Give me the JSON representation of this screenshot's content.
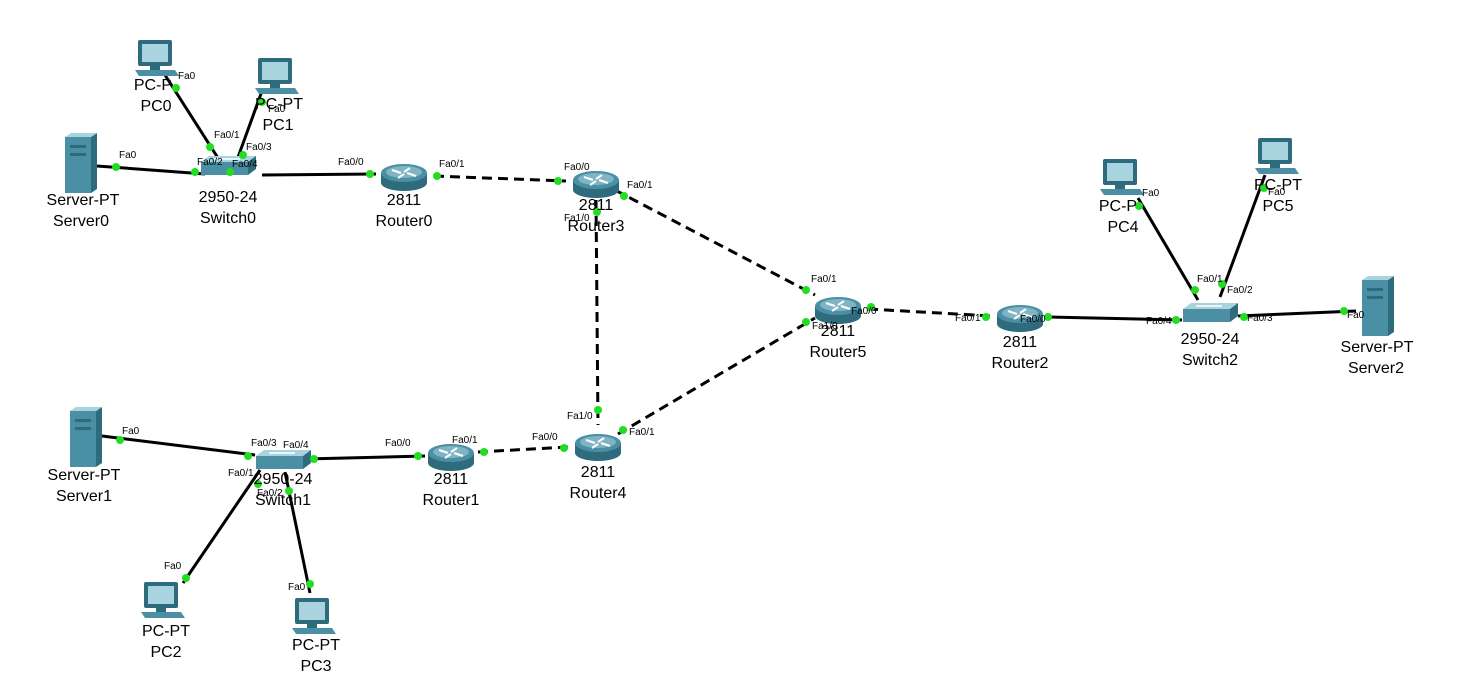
{
  "diagram": {
    "devices": [
      {
        "id": "pc0",
        "kind": "pc",
        "type": "PC-P",
        "name": "PC0"
      },
      {
        "id": "pc1",
        "kind": "pc",
        "type": "PC-PT",
        "name": "PC1"
      },
      {
        "id": "server0",
        "kind": "server",
        "type": "Server-PT",
        "name": "Server0"
      },
      {
        "id": "switch0",
        "kind": "switch",
        "type": "2950-24",
        "name": "Switch0"
      },
      {
        "id": "router0",
        "kind": "router",
        "type": "2811",
        "name": "Router0"
      },
      {
        "id": "router3",
        "kind": "router",
        "type": "2811",
        "name": "Router3"
      },
      {
        "id": "router5",
        "kind": "router",
        "type": "2811",
        "name": "Router5"
      },
      {
        "id": "router2",
        "kind": "router",
        "type": "2811",
        "name": "Router2"
      },
      {
        "id": "switch2",
        "kind": "switch",
        "type": "2950-24",
        "name": "Switch2"
      },
      {
        "id": "pc4",
        "kind": "pc",
        "type": "PC-P",
        "name": "PC4"
      },
      {
        "id": "pc5",
        "kind": "pc",
        "type": "PC-PT",
        "name": "PC5"
      },
      {
        "id": "server2",
        "kind": "server",
        "type": "Server-PT",
        "name": "Server2"
      },
      {
        "id": "server1",
        "kind": "server",
        "type": "Server-PT",
        "name": "Server1"
      },
      {
        "id": "switch1",
        "kind": "switch",
        "type": "2950-24",
        "name": "Switch1"
      },
      {
        "id": "router1",
        "kind": "router",
        "type": "2811",
        "name": "Router1"
      },
      {
        "id": "router4",
        "kind": "router",
        "type": "2811",
        "name": "Router4"
      },
      {
        "id": "pc2",
        "kind": "pc",
        "type": "PC-PT",
        "name": "PC2"
      },
      {
        "id": "pc3",
        "kind": "pc",
        "type": "PC-PT",
        "name": "PC3"
      }
    ],
    "links": [
      {
        "from": "pc0",
        "to": "switch0",
        "style": "solid",
        "port_a": "Fa0",
        "port_b": "Fa0/1"
      },
      {
        "from": "pc1",
        "to": "switch0",
        "style": "solid",
        "port_a": "Fa0",
        "port_b": "Fa0/3"
      },
      {
        "from": "server0",
        "to": "switch0",
        "style": "solid",
        "port_a": "Fa0",
        "port_b": "Fa0/2"
      },
      {
        "from": "switch0",
        "to": "router0",
        "style": "solid",
        "port_a": "Fa0/4",
        "port_b": "Fa0/0"
      },
      {
        "from": "router0",
        "to": "router3",
        "style": "dashed",
        "port_a": "Fa0/1",
        "port_b": "Fa0/0"
      },
      {
        "from": "router3",
        "to": "router5",
        "style": "dashed",
        "port_a": "Fa0/1",
        "port_b": "Fa0/1"
      },
      {
        "from": "router3",
        "to": "router4",
        "style": "dashed",
        "port_a": "Fa1/0",
        "port_b": "Fa1/0"
      },
      {
        "from": "router4",
        "to": "router5",
        "style": "dashed",
        "port_a": "Fa0/1",
        "port_b": "Fa1/0"
      },
      {
        "from": "router5",
        "to": "router2",
        "style": "dashed",
        "port_a": "Fa0/0",
        "port_b": "Fa0/1"
      },
      {
        "from": "router2",
        "to": "switch2",
        "style": "solid",
        "port_a": "Fa0/0",
        "port_b": "Fa0/4"
      },
      {
        "from": "pc4",
        "to": "switch2",
        "style": "solid",
        "port_a": "Fa0",
        "port_b": "Fa0/1"
      },
      {
        "from": "pc5",
        "to": "switch2",
        "style": "solid",
        "port_a": "Fa0",
        "port_b": "Fa0/2"
      },
      {
        "from": "switch2",
        "to": "server2",
        "style": "solid",
        "port_a": "Fa0/3",
        "port_b": "Fa0"
      },
      {
        "from": "server1",
        "to": "switch1",
        "style": "solid",
        "port_a": "Fa0",
        "port_b": "Fa0/3"
      },
      {
        "from": "switch1",
        "to": "router1",
        "style": "solid",
        "port_a": "Fa0/4",
        "port_b": "Fa0/0"
      },
      {
        "from": "router1",
        "to": "router4",
        "style": "dashed",
        "port_a": "Fa0/1",
        "port_b": "Fa0/0"
      },
      {
        "from": "switch1",
        "to": "pc2",
        "style": "solid",
        "port_a": "Fa0/1",
        "port_b": "Fa0"
      },
      {
        "from": "switch1",
        "to": "pc3",
        "style": "solid",
        "port_a": "Fa0/2",
        "port_b": "Fa0"
      }
    ],
    "colors": {
      "link": "#000000",
      "port_dot": "#22dd22",
      "device_body": "#4a8fa3",
      "device_dark": "#2e6b7c",
      "device_light": "#a9d3de"
    }
  }
}
